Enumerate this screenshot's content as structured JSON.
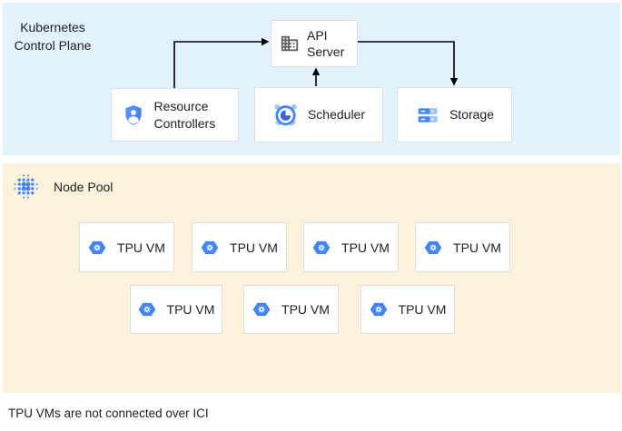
{
  "diagram": {
    "control_plane": {
      "label": "Kubernetes Control Plane",
      "api_server": "API Server",
      "resource_controllers": "Resource Controllers",
      "scheduler": "Scheduler",
      "storage": "Storage"
    },
    "node_pool": {
      "label": "Node Pool",
      "tpu_vm_label": "TPU VM",
      "row_counts": [
        4,
        3
      ],
      "total_tpu_vms": 7
    },
    "arrows": [
      {
        "from": "resource_controllers",
        "to": "api_server"
      },
      {
        "from": "scheduler",
        "to": "api_server"
      },
      {
        "from": "api_server",
        "to": "storage"
      }
    ],
    "footnote": "TPU VMs are not connected over ICI",
    "colors": {
      "control_plane_bg": "#E2F3FC",
      "node_pool_bg": "#FBF2DB",
      "google_blue": "#4285F4",
      "light_blue": "#A1C2FA",
      "dark_blue": "#3367D6",
      "icon_gray": "#5F6368",
      "arrow": "#000000",
      "box_border": "#DCDFE3"
    },
    "icons": {
      "api_server": "building-icon",
      "resource_controllers": "shield-user-icon",
      "scheduler": "alarm-clock-icon",
      "storage": "storage-stack-icon",
      "node_pool": "dot-cluster-icon",
      "tpu_vm": "hexagon-gear-icon"
    }
  }
}
